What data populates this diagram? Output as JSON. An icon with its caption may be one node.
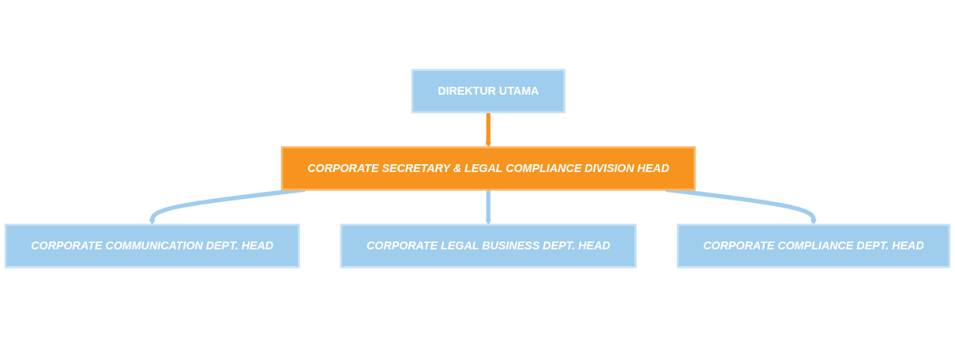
{
  "diagram": {
    "nodes": [
      {
        "text": [
          "DIREKTUR UTAMA"
        ]
      },
      {
        "text": [
          "CORPORATE SECRETARY & LEGAL COMPLIANCE DIVISION HEAD"
        ]
      },
      {
        "text": [
          "CORPORATE COMMUNICATION DEPT. HEAD"
        ]
      },
      {
        "text": [
          "CORPORATE LEGAL BUSINESS DEPT. HEAD"
        ]
      },
      {
        "text": [
          "CORPORATE COMPLIANCE DEPT. HEAD"
        ]
      }
    ],
    "edges": [
      {
        "from": 0,
        "to": 1,
        "arrow": "to",
        "color": "#f7941d"
      },
      {
        "from": 1,
        "to": 2,
        "arrow": "to"
      },
      {
        "from": 1,
        "to": 3,
        "arrow": "to"
      },
      {
        "from": 1,
        "to": 4,
        "arrow": "to"
      }
    ]
  }
}
